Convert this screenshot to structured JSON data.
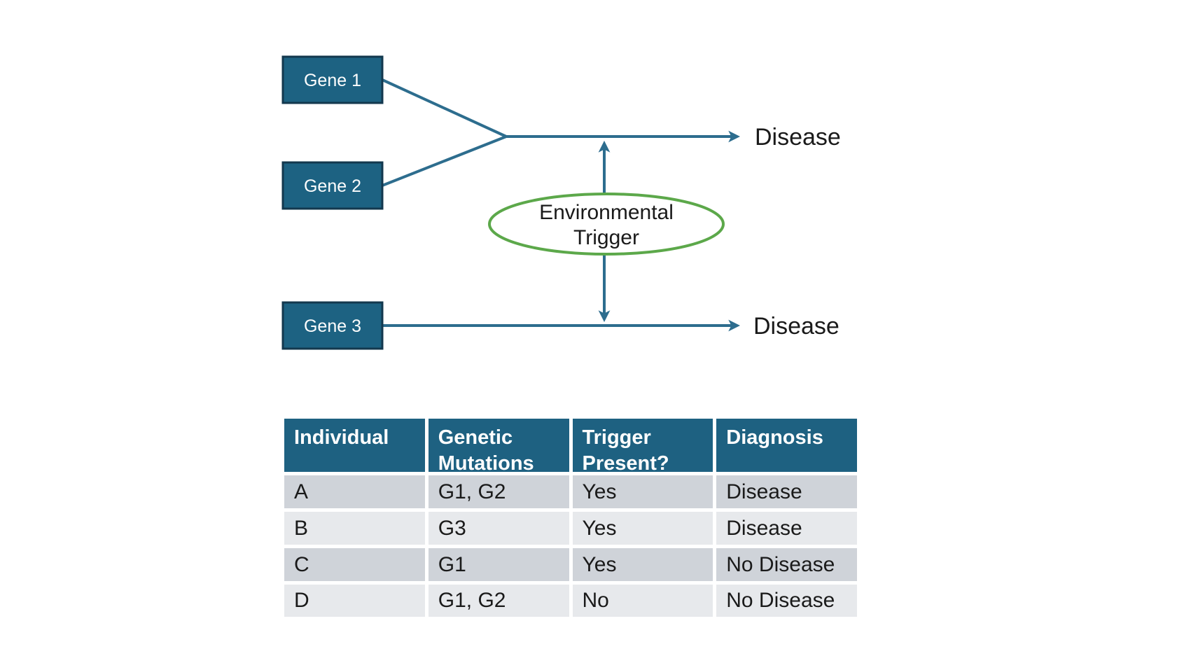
{
  "diagram": {
    "genes": [
      {
        "label": "Gene 1"
      },
      {
        "label": "Gene 2"
      },
      {
        "label": "Gene 3"
      }
    ],
    "ellipse": {
      "line1": "Environmental",
      "line2": "Trigger"
    },
    "disease_top": "Disease",
    "disease_bottom": "Disease",
    "colors": {
      "gene_box_fill": "#1d6282",
      "gene_box_border": "#13384e",
      "connector_line": "#2d6d8e",
      "ellipse_stroke": "#5ca84a",
      "label_text": "#1a1a1a"
    }
  },
  "table": {
    "headers": [
      "Individual",
      "Genetic Mutations",
      "Trigger Present?",
      "Diagnosis"
    ],
    "rows": [
      {
        "cells": [
          "A",
          "G1, G2",
          "Yes",
          "Disease"
        ]
      },
      {
        "cells": [
          "B",
          "G3",
          "Yes",
          "Disease"
        ]
      },
      {
        "cells": [
          "C",
          "G1",
          "Yes",
          "No Disease"
        ]
      },
      {
        "cells": [
          "D",
          "G1, G2",
          "No",
          "No Disease"
        ]
      }
    ],
    "colors": {
      "header_bg": "#1e6181",
      "header_text": "#ffffff",
      "row_dark": "#cfd3d9",
      "row_light": "#e7e9ec"
    }
  }
}
